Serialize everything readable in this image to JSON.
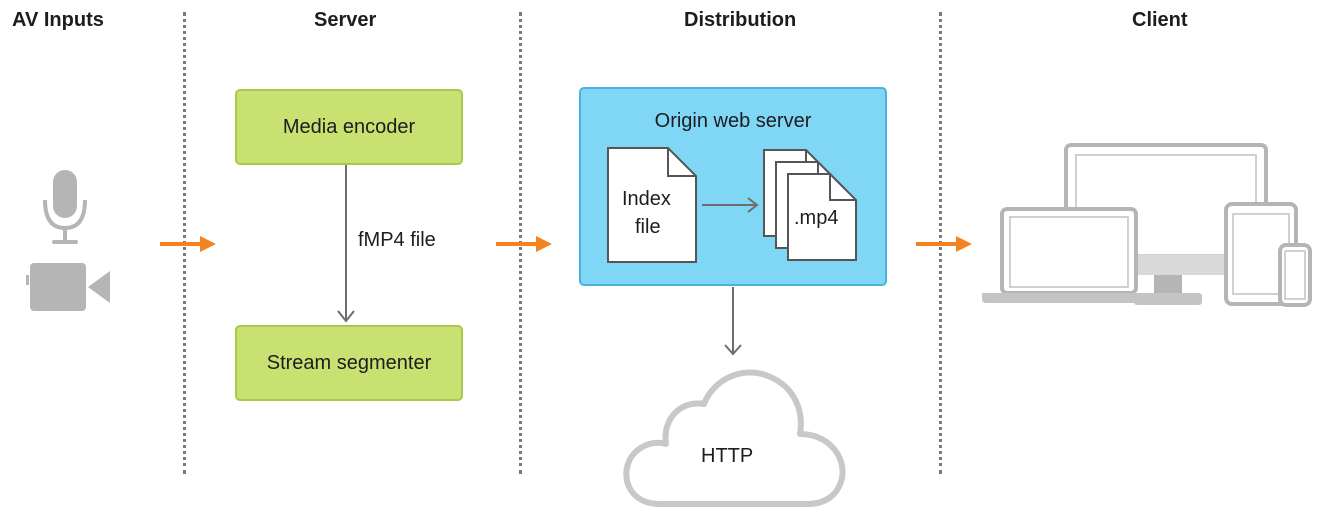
{
  "columns": {
    "av_inputs": "AV Inputs",
    "server": "Server",
    "distribution": "Distribution",
    "client": "Client"
  },
  "server": {
    "encoder_label": "Media encoder",
    "format_label": "fMP4 file",
    "segmenter_label": "Stream segmenter"
  },
  "distribution": {
    "origin_label": "Origin web server",
    "index_file_label_line1": "Index",
    "index_file_label_line2": "file",
    "media_file_label": ".mp4",
    "cloud_label": "HTTP"
  },
  "icons": {
    "microphone": "microphone-icon",
    "camera": "video-camera-icon",
    "laptop": "laptop-icon",
    "desktop": "desktop-icon",
    "tablet": "tablet-icon",
    "phone": "phone-icon"
  },
  "colors": {
    "flow_arrow": "#f58220",
    "server_box": "#c8e170",
    "origin_box": "#7fd6f5",
    "device_gray": "#b5b5b5"
  }
}
